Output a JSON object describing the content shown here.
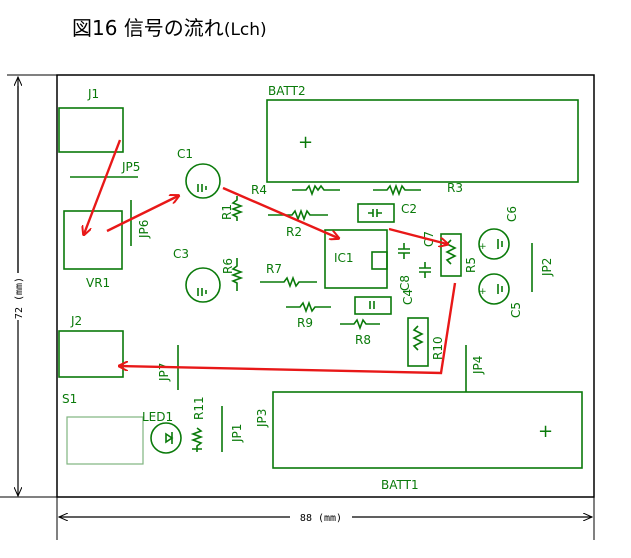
{
  "title": {
    "fig": "図16",
    "text": "信号の流れ",
    "suffix": "(Lch)"
  },
  "dimensions": {
    "width": "88 (mm)",
    "height": "72 (mm)"
  },
  "labels": {
    "J1": "J1",
    "JP5": "JP5",
    "C1": "C1",
    "R4": "R4",
    "R1": "R1",
    "R2": "R2",
    "R3": "R3",
    "C2": "C2",
    "C7": "C7",
    "C6": "C6",
    "BATT2": "BATT2",
    "JP6": "JP6",
    "VR1": "VR1",
    "C3": "C3",
    "R6": "R6",
    "R7": "R7",
    "IC1": "IC1",
    "C8": "C8",
    "C4": "C4",
    "R5": "R5",
    "JP2": "JP2",
    "C5": "C5",
    "R9": "R9",
    "R8": "R8",
    "R10": "R10",
    "J2": "J2",
    "JP7": "JP7",
    "JP4": "JP4",
    "S1": "S1",
    "LED1": "LED1",
    "R11": "R11",
    "JP1": "JP1",
    "JP3": "JP3",
    "BATT1": "BATT1"
  },
  "symbols": {
    "plus": "+"
  },
  "colors": {
    "board": "#000000",
    "silk": "#0a7a0a",
    "flow": "#e81818"
  }
}
